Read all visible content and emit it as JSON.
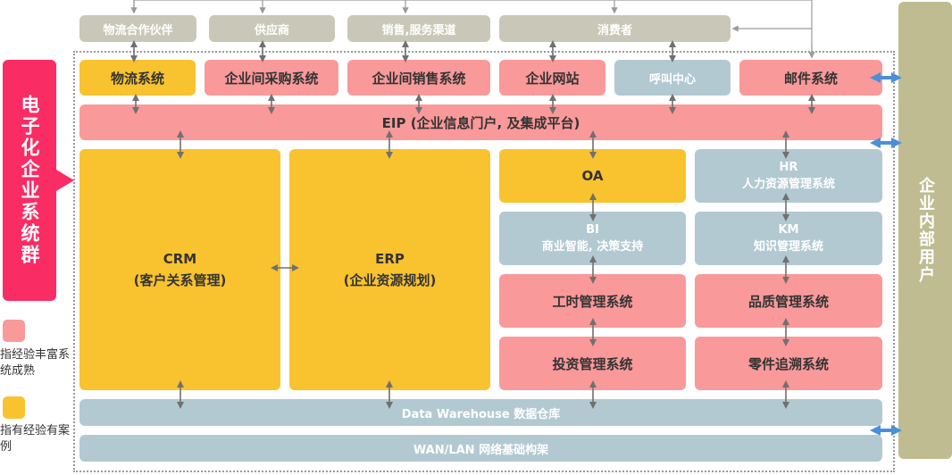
{
  "external": {
    "logistics_partner": "物流合作伙伴",
    "supplier": "供应商",
    "sales_channel": "销售,服务渠道",
    "consumer": "消费者"
  },
  "top_systems": {
    "logistics": "物流系统",
    "b2b_purchase": "企业间采购系统",
    "b2b_sales": "企业间销售系统",
    "website": "企业网站",
    "call_center": "呼叫中心",
    "mail": "邮件系统"
  },
  "eip": "EIP (企业信息门户, 及集成平台)",
  "core": {
    "crm_title": "CRM",
    "crm_sub": "(客户关系管理)",
    "erp_title": "ERP",
    "erp_sub": "(企业资源规划)",
    "oa": "OA",
    "bi_title": "BI",
    "bi_sub": "商业智能, 决策支持",
    "hr_title": "HR",
    "hr_sub": "人力资源管理系统",
    "km_title": "KM",
    "km_sub": "知识管理系统",
    "worktime": "工时管理系统",
    "quality": "品质管理系统",
    "investment": "投资管理系统",
    "parts_trace": "零件追溯系统"
  },
  "data_warehouse": "Data Warehouse 数据仓库",
  "network": "WAN/LAN 网络基础构架",
  "left_label": "电子化企业系统群",
  "right_label": "企业内部用户",
  "legend": {
    "mature": "指经验丰富系统成熟",
    "case": "指有经验有案例",
    "mature_color": "#f9999a",
    "case_color": "#f9c22f"
  },
  "colors": {
    "pink": "#f9999a",
    "yellow": "#f9c22f",
    "blue": "#b2c9d2",
    "gray": "#c9c8b8",
    "olive": "#c0bc91",
    "accent": "#f92c64",
    "arrow_blue": "#4a90d9"
  }
}
